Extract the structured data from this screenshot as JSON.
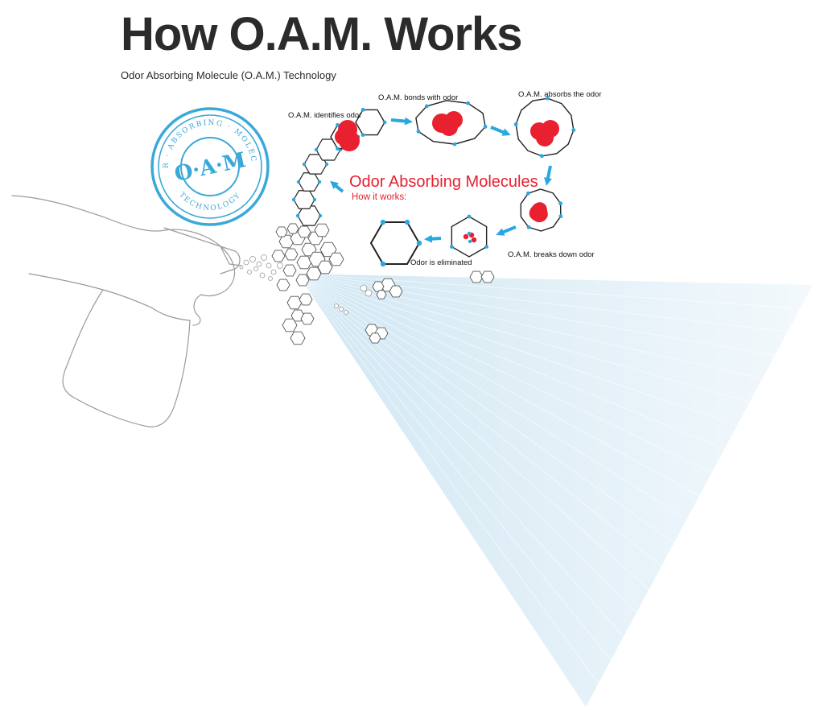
{
  "header": {
    "title": "How O.A.M. Works",
    "subtitle": "Odor Absorbing Molecule (O.A.M.) Technology"
  },
  "seal": {
    "top_text": "ODOR · ABSORBING · MOLECULES",
    "center_text": "O·A·M",
    "bottom_text": "TECHNOLOGY"
  },
  "diagram": {
    "headline": "Odor Absorbing Molecules",
    "subheadline": "How it works:",
    "steps": [
      {
        "label": "O.A.M. identifies odor"
      },
      {
        "label": "O.A.M. bonds with odor"
      },
      {
        "label": "O.A.M. absorbs the odor"
      },
      {
        "label": "O.A.M. breaks down odor"
      },
      {
        "label": "Odor is eliminated"
      }
    ]
  },
  "colors": {
    "accent_red": "#e8202f",
    "accent_blue": "#29a8e0",
    "seal_blue": "#3aa9d8",
    "spray_blue": "#cfe6f3",
    "ink": "#2b2b2b",
    "outline_gray": "#9a9a9a"
  }
}
